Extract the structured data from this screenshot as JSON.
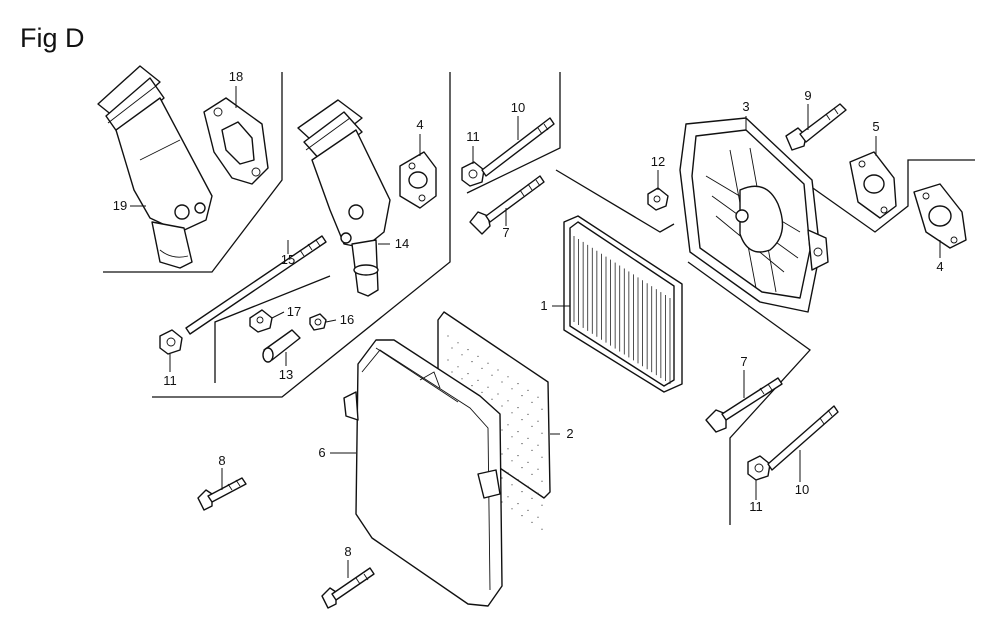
{
  "figure": {
    "title": "Fig D"
  },
  "callouts": {
    "c1": "1",
    "c2": "2",
    "c3": "3",
    "c4a": "4",
    "c4b": "4",
    "c5": "5",
    "c6": "6",
    "c7a": "7",
    "c7b": "7",
    "c8a": "8",
    "c8b": "8",
    "c9": "9",
    "c10a": "10",
    "c10b": "10",
    "c11a": "11",
    "c11b": "11",
    "c11c": "11",
    "c12": "12",
    "c13": "13",
    "c14": "14",
    "c15": "15",
    "c16": "16",
    "c17": "17",
    "c18": "18",
    "c19": "19"
  }
}
